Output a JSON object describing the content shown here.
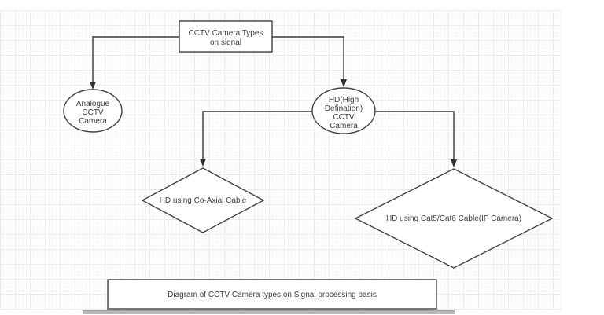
{
  "diagram": {
    "nodes": {
      "top_box": {
        "lines": [
          "CCTV Camera Types",
          "on signal"
        ]
      },
      "analogue_ellipse": {
        "lines": [
          "Analogue",
          "CCTV",
          "Camera"
        ]
      },
      "hd_ellipse": {
        "lines": [
          "HD(High",
          "Defination)",
          "CCTV",
          "Camera"
        ]
      },
      "coaxial_diamond": {
        "label": "HD using Co-Axial Cable"
      },
      "cat5_diamond": {
        "label": "HD using Cat5/Cat6 Cable(IP Camera)"
      },
      "caption_box": {
        "label": "Diagram of CCTV Camera types on Signal processing basis"
      }
    },
    "colors": {
      "node_stroke": "#404040",
      "node_fill": "#ffffff",
      "text": "#3d3d3d",
      "connector": "#3a3a3a",
      "grid_line": "#ebebeb",
      "scrollbar": "#b9b9b9"
    }
  }
}
